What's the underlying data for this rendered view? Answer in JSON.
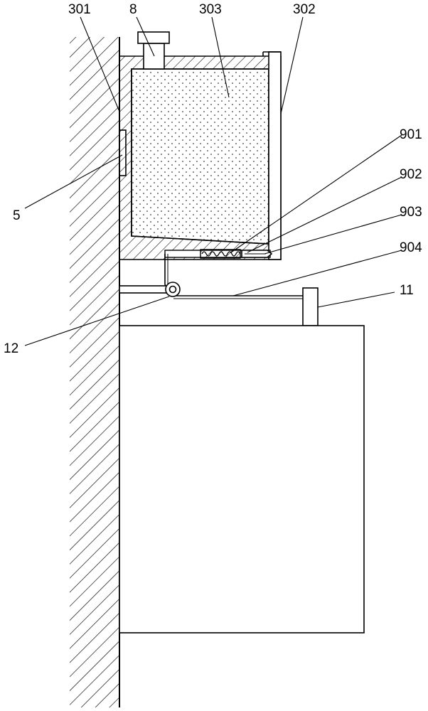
{
  "figure": {
    "labels": {
      "l301": "301",
      "l8": "8",
      "l303": "303",
      "l302": "302",
      "l901": "901",
      "l902": "902",
      "l903": "903",
      "l904": "904",
      "l11": "11",
      "l5": "5",
      "l12": "12"
    }
  }
}
